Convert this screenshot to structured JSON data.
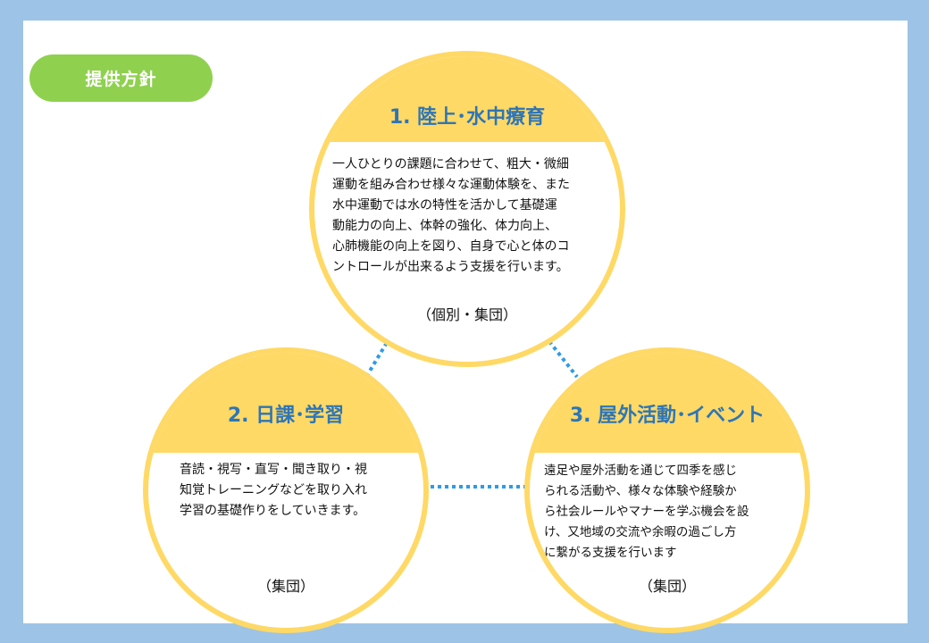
{
  "badge": {
    "label": "提供方針"
  },
  "circles": [
    {
      "title": "1.  陸上･水中療育",
      "lines": [
        "一人ひとりの課題に合わせて、粗大・微細",
        "運動を組み合わせ様々な運動体験を、また",
        "水中運動では水の特性を活かして基礎運",
        "動能力の向上、体幹の強化、体力向上、",
        "心肺機能の向上を図り、自身で心と体のコ",
        "ントロールが出来るよう支援を行います。"
      ],
      "footer": "（個別・集団）"
    },
    {
      "title": "2.  日課･学習",
      "lines": [
        "音読・視写・直写・聞き取り・視",
        "知覚トレーニングなどを取り入れ",
        "学習の基礎作りをしていきます。"
      ],
      "footer": "（集団）"
    },
    {
      "title": "3.  屋外活動･イベント",
      "lines": [
        "遠足や屋外活動を通じて四季を感じ",
        "られる活動や、様々な体験や経験か",
        "ら社会ルールやマナーを学ぶ機会を設",
        "け、又地域の交流や余暇の過ごし方",
        "に繋がる支援を行います"
      ],
      "footer": "（集団）"
    }
  ],
  "colors": {
    "circle_border": "#ffd966",
    "title_text": "#2e75b6",
    "connector": "#2e9be6",
    "badge_bg": "#8fd14f",
    "frame": "#9dc3e6"
  }
}
